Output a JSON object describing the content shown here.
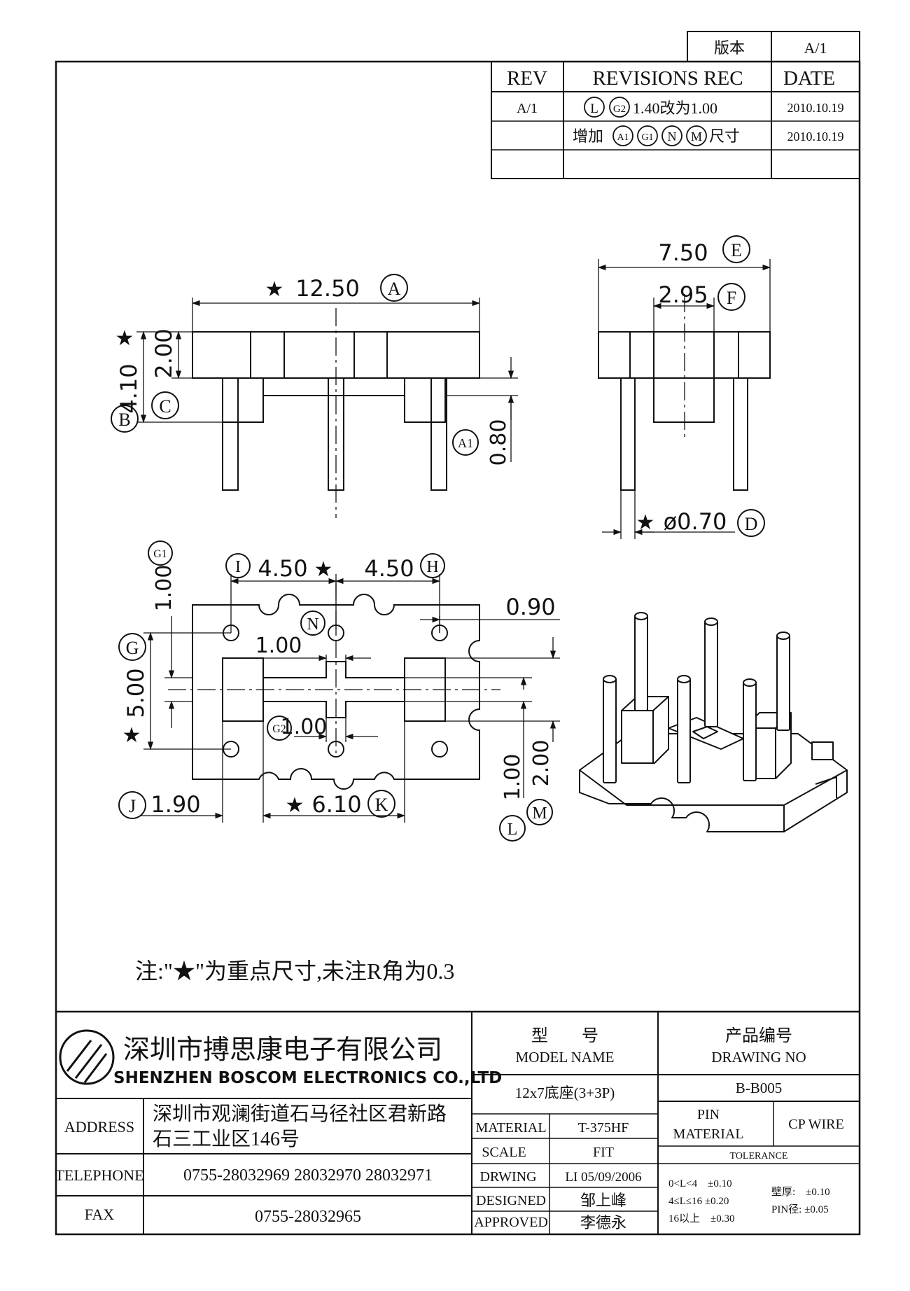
{
  "version_box": {
    "label": "版本",
    "value": "A/1"
  },
  "revisions": {
    "headers": {
      "rev": "REV",
      "rec": "REVISIONS REC",
      "date": "DATE"
    },
    "rows": [
      {
        "rev": "A/1",
        "marks": [
          "L",
          "G2"
        ],
        "text_after": "1.40改为1.00",
        "text_before": "",
        "date": "2010.10.19"
      },
      {
        "rev": "",
        "marks": [
          "A1",
          "G1",
          "N",
          "M"
        ],
        "text_before": "增加",
        "text_after": "尺寸",
        "date": "2010.10.19"
      },
      {
        "rev": "",
        "marks": [],
        "text_before": "",
        "text_after": "",
        "date": ""
      }
    ]
  },
  "dimensions": {
    "star": "★",
    "A": {
      "label": "A",
      "value": "12.50"
    },
    "B": {
      "label": "B",
      "value": "4.10"
    },
    "C": {
      "label": "C",
      "value": "2.00"
    },
    "A1": {
      "label": "A1",
      "value": "0.80"
    },
    "E": {
      "label": "E",
      "value": "7.50"
    },
    "F": {
      "label": "F",
      "value": "2.95"
    },
    "D": {
      "label": "D",
      "value": "ø0.70"
    },
    "G1": {
      "label": "G1",
      "value": "1.00"
    },
    "I": {
      "label": "I",
      "value": "4.50"
    },
    "H": {
      "label": "H",
      "value": "4.50"
    },
    "N": {
      "label": "N"
    },
    "pad": {
      "value": "0.90"
    },
    "slot": {
      "value": "1.00"
    },
    "G": {
      "label": "G",
      "value": "5.00"
    },
    "G2": {
      "label": "G2",
      "value": "1.00"
    },
    "J": {
      "label": "J",
      "value": "1.90"
    },
    "K": {
      "label": "K",
      "value": "6.10"
    },
    "L": {
      "label": "L",
      "value": "1.00"
    },
    "M": {
      "label": "M",
      "value": "2.00"
    }
  },
  "note": "注:\"★\"为重点尺寸,未注R角为0.3",
  "company": {
    "cn": "深圳市搏思康电子有限公司",
    "en": "SHENZHEN BOSCOM ELECTRONICS CO.,LTD"
  },
  "info": {
    "address_label": "ADDRESS",
    "address_line1": "深圳市观澜街道石马径社区君新路",
    "address_line2": "石三工业区146号",
    "telephone_label": "TELEPHONE",
    "telephone": "0755-28032969 28032970 28032971",
    "fax_label": "FAX",
    "fax": "0755-28032965"
  },
  "title_block": {
    "model_cn": "型　　号",
    "model_en": "MODEL NAME",
    "drawing_cn": "产品编号",
    "drawing_en": "DRAWING NO",
    "model_value": "12x7底座(3+3P)",
    "drawing_value": "B-B005",
    "material_label": "MATERIAL",
    "material_value": "T-375HF",
    "scale_label": "SCALE",
    "scale_value": "FIT",
    "drwing_label": "DRWING",
    "drwing_value": "LI 05/09/2006",
    "designed_label": "DESIGNED",
    "designed_value": "邹上峰",
    "approved_label": "APPROVED",
    "approved_value": "李德永",
    "pin_material_line1": "PIN",
    "pin_material_line2": "MATERIAL",
    "pin_material_value": "CP WIRE",
    "tolerance_label": "TOLERANCE",
    "tol_1": "0<L<4　±0.10",
    "tol_2": "4≤L≤16 ±0.20",
    "tol_3": "16以上　±0.30",
    "tol_wall": "壁厚:　±0.10",
    "tol_pin": "PIN径: ±0.05"
  }
}
